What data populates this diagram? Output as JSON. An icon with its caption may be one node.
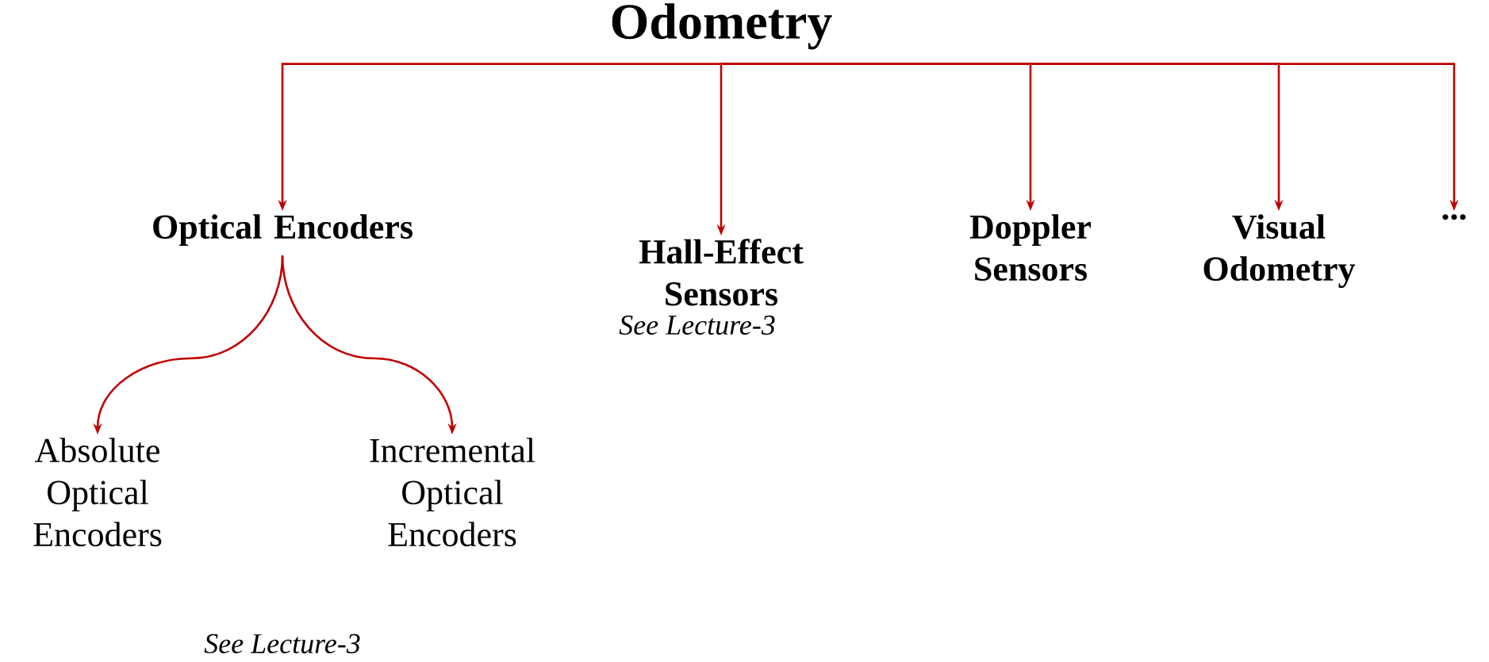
{
  "diagram": {
    "nodes": [
      {
        "text": [
          "Odometry"
        ]
      },
      {
        "text": [
          "Optical Encoders"
        ]
      },
      {
        "text": [
          "Hall-Effect Sensors"
        ],
        "beside": [
          "*See Lecture-3*"
        ]
      },
      {
        "text": [
          "Doppler Sensors"
        ]
      },
      {
        "text": [
          "Visual Odometry"
        ]
      },
      {
        "text": [
          "..."
        ]
      },
      {
        "text": [
          "Absolute Optical Encoders"
        ]
      },
      {
        "text": [
          "Incremental Optical Encoders"
        ]
      }
    ],
    "edges": [
      {
        "from": 0,
        "to": 1,
        "arrow": "to",
        "color": "#c00000"
      },
      {
        "from": 0,
        "to": 2,
        "arrow": "to",
        "color": "#c00000"
      },
      {
        "from": 0,
        "to": 3,
        "arrow": "to",
        "color": "#c00000"
      },
      {
        "from": 0,
        "to": 4,
        "arrow": "to",
        "color": "#c00000"
      },
      {
        "from": 0,
        "to": 5,
        "arrow": "to",
        "color": "#c00000"
      },
      {
        "from": 1,
        "to": 6,
        "arrow": "to",
        "color": "#c00000"
      },
      {
        "from": 1,
        "to": 7,
        "arrow": "to",
        "color": "#c00000"
      }
    ],
    "labels": [
      "*See Lecture-3*"
    ]
  }
}
